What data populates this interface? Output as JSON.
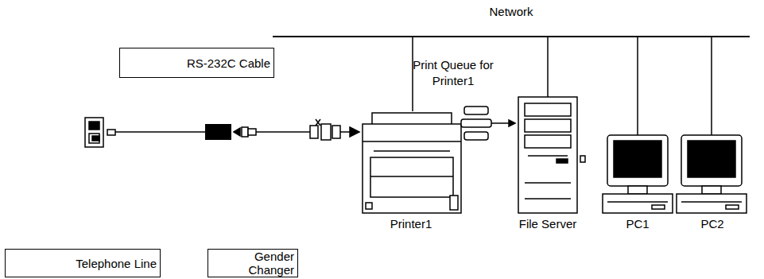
{
  "diagram": {
    "nodes": [
      {
        "text": [
          "RS-232C Cable"
        ]
      },
      {
        "text": [
          "Telephone Line"
        ]
      },
      {
        "text": [
          "Gender Changer"
        ]
      },
      {
        "text": [
          "Network"
        ]
      },
      {
        "text": [
          "Printer1"
        ]
      },
      {
        "text": [
          "File Server"
        ]
      },
      {
        "text": [
          "PC1"
        ]
      },
      {
        "text": [
          "PC2"
        ]
      }
    ],
    "edges": [
      {
        "from": 3,
        "to": 4,
        "arrow": "none"
      },
      {
        "from": 3,
        "to": 5,
        "arrow": "none"
      },
      {
        "from": 3,
        "to": 6,
        "arrow": "none"
      },
      {
        "from": 3,
        "to": 7,
        "arrow": "none"
      }
    ],
    "labels": [
      "Print Queue for Printer1"
    ]
  }
}
